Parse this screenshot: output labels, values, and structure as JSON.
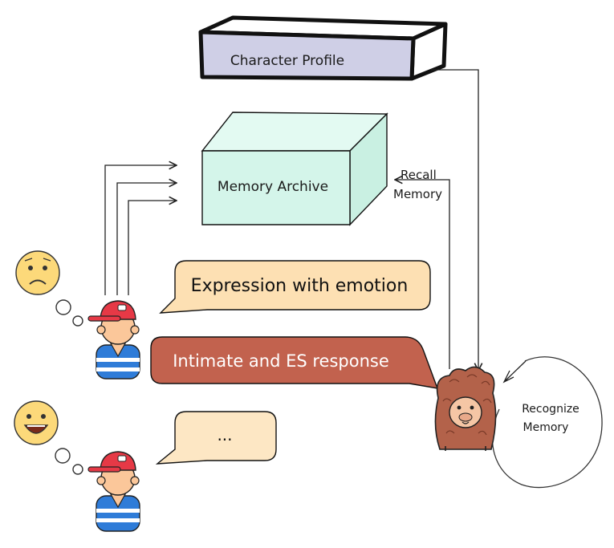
{
  "profile": {
    "label": "Character Profile",
    "fill": "#cfcfe6"
  },
  "archive": {
    "label": "Memory Archive",
    "fill": "#d4f5ea"
  },
  "recall": {
    "line1": "Recall",
    "line2": "Memory"
  },
  "recognize": {
    "line1": "Recognize",
    "line2": "Memory"
  },
  "bubbles": [
    {
      "text": "Expression with emotion",
      "fill": "#fde0b3",
      "text_color": "#111111"
    },
    {
      "text": "Intimate and ES response",
      "fill": "#c2624e",
      "text_color": "#ffffff"
    },
    {
      "text": "...",
      "fill": "#fde7c4",
      "text_color": "#111111"
    }
  ],
  "colors": {
    "emoji": "#fcd97a",
    "cap": "#e63946",
    "skin": "#fbc79a",
    "shirt": "#2f7cd8",
    "alpaca": "#b3624a"
  }
}
